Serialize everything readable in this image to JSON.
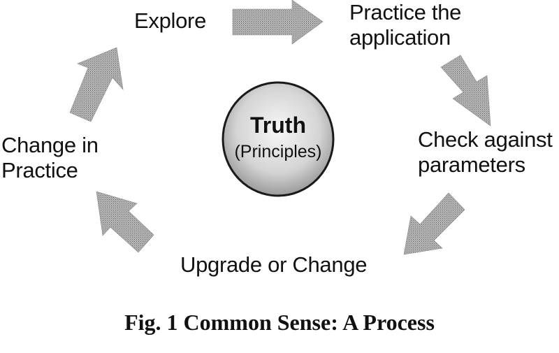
{
  "diagram": {
    "center": {
      "title": "Truth",
      "subtitle": "(Principles)"
    },
    "steps": [
      {
        "id": "explore",
        "lines": [
          "Explore"
        ]
      },
      {
        "id": "practice",
        "lines": [
          "Practice the",
          "application"
        ]
      },
      {
        "id": "check",
        "lines": [
          "Check against",
          "parameters"
        ]
      },
      {
        "id": "upgrade",
        "lines": [
          "Upgrade or Change"
        ]
      },
      {
        "id": "change",
        "lines": [
          "Change in",
          "Practice"
        ]
      }
    ],
    "arrow_color": "#a3a3a3",
    "circle_fill": "#cfcfcf",
    "circle_stroke": "#1a1a1a"
  },
  "caption": "Fig. 1 Common Sense: A Process"
}
